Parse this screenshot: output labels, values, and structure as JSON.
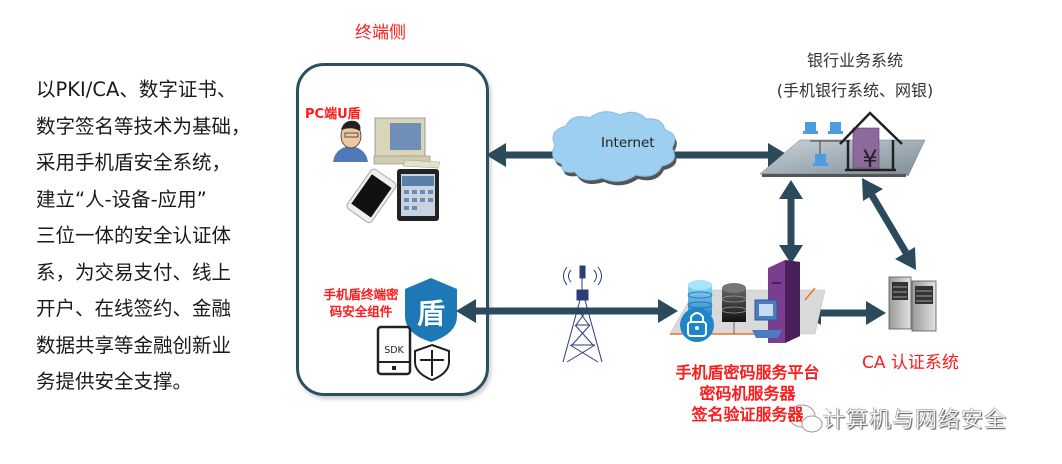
{
  "intro": {
    "lines": [
      "以PKI/CA、数字证书、",
      "数字签名等技术为基础，",
      "采用手机盾安全系统，",
      "建立“人-设备-应用”",
      "三位一体的安全认证体",
      "系，为交易支付、线上",
      "开户、在线签约、金融",
      "数据共享等金融创新业",
      "务提供安全支撑。"
    ]
  },
  "terminal": {
    "title": "终端侧",
    "pc_label": "PC端U盾",
    "component_label_line1": "手机盾终端密",
    "component_label_line2": "码安全组件",
    "shield_char": "盾",
    "sdk_label": "SDK"
  },
  "network": {
    "internet_label": "Internet"
  },
  "bank": {
    "title_line1": "银行业务系统",
    "title_line2": "(手机银行系统、网银)",
    "currency_symbol": "¥"
  },
  "platform": {
    "label_line1": "手机盾密码服务平台",
    "label_line2": "密码机服务器",
    "label_line3": "签名验证服务器"
  },
  "ca": {
    "label": "CA 认证系统"
  },
  "watermark": {
    "text": "计算机与网络安全"
  },
  "colors": {
    "arrow": "#2b4b5c",
    "accent_red": "#ff1a1a",
    "cloud": "#9ccff0",
    "shield_blue": "#1d78b5",
    "server_purple": "#7a3d8f"
  }
}
